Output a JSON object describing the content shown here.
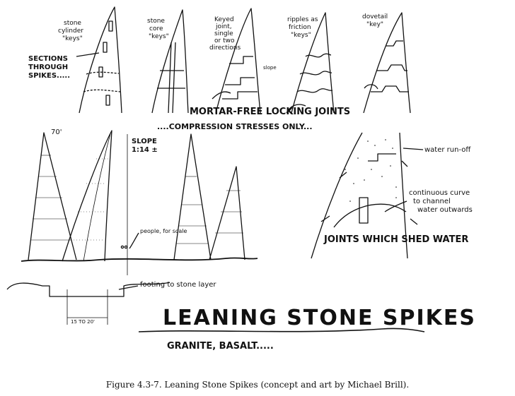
{
  "labels": {
    "stone_cylinder_keys": [
      "stone",
      "cylinder",
      "\"keys\""
    ],
    "stone_core_keys": [
      "stone",
      "core",
      "\"keys\""
    ],
    "keyed_joint": [
      "Keyed",
      "joint,",
      "single",
      "or two",
      "directions"
    ],
    "slope_small": "slope",
    "ripples_keys": [
      "ripples as",
      "friction",
      "\"keys\""
    ],
    "dovetail_key": [
      "dovetail",
      "\"key\""
    ],
    "sections_through_spikes": [
      "SECTIONS",
      "THROUGH",
      "SPIKES....."
    ],
    "mortar_free": "MORTAR-FREE LOCKING JOINTS",
    "compression": "....COMPRESSION STRESSES ONLY...",
    "height": "70'",
    "slope_ratio": [
      "SLOPE",
      "1:14 ±"
    ],
    "people_for_scale": "people, for scale",
    "footing": "footing to stone layer",
    "base_width": "15 TO 20'",
    "water_runoff": "water run-off",
    "continuous_curve": [
      "continuous curve",
      "to channel",
      "water outwards"
    ],
    "joints_shed_water": "JOINTS WHICH SHED WATER",
    "main_title": "LEANING STONE SPIKES",
    "subtitle": "GRANITE, BASALT....."
  },
  "caption": "Figure 4.3-7.  Leaning Stone Spikes (concept and art by Michael Brill)."
}
